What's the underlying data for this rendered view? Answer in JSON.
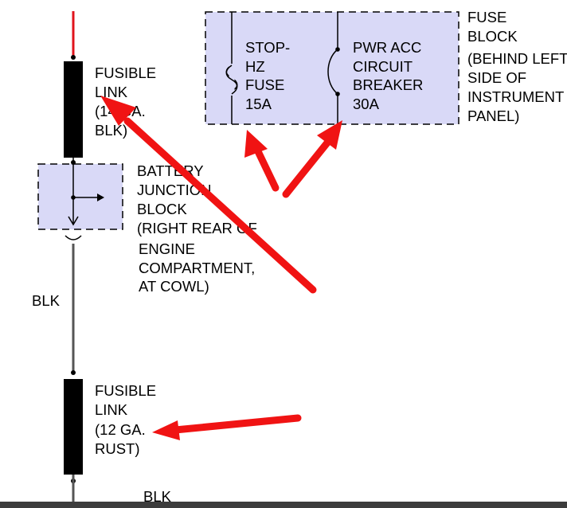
{
  "colors": {
    "wire_red": "#e0141c",
    "wire_gray": "#555555",
    "component_black": "#000000",
    "box_fill": "#d9d9f7",
    "arrow_red": "#f01313"
  },
  "fusible_link_top": {
    "lines": [
      "FUSIBLE",
      "LINK",
      "(14 GA.",
      "BLK)"
    ]
  },
  "junction_block": {
    "lines": [
      "BATTERY",
      "JUNCTION",
      "BLOCK",
      "(RIGHT REAR OF",
      "ENGINE",
      "COMPARTMENT,",
      "AT COWL)"
    ]
  },
  "wire_label_mid": "BLK",
  "fusible_link_bottom": {
    "lines": [
      "FUSIBLE",
      "LINK",
      "(12 GA.",
      "RUST)"
    ]
  },
  "wire_label_bottom": "BLK",
  "stop_hz_fuse": {
    "lines": [
      "STOP-",
      "HZ",
      "FUSE",
      "15A"
    ]
  },
  "pwr_acc_breaker": {
    "lines": [
      "PWR ACC",
      "CIRCUIT",
      "BREAKER",
      "30A"
    ]
  },
  "fuse_block": {
    "lines": [
      "FUSE",
      "BLOCK",
      "(BEHIND LEFT",
      "SIDE OF",
      "INSTRUMENT",
      "PANEL)"
    ]
  }
}
